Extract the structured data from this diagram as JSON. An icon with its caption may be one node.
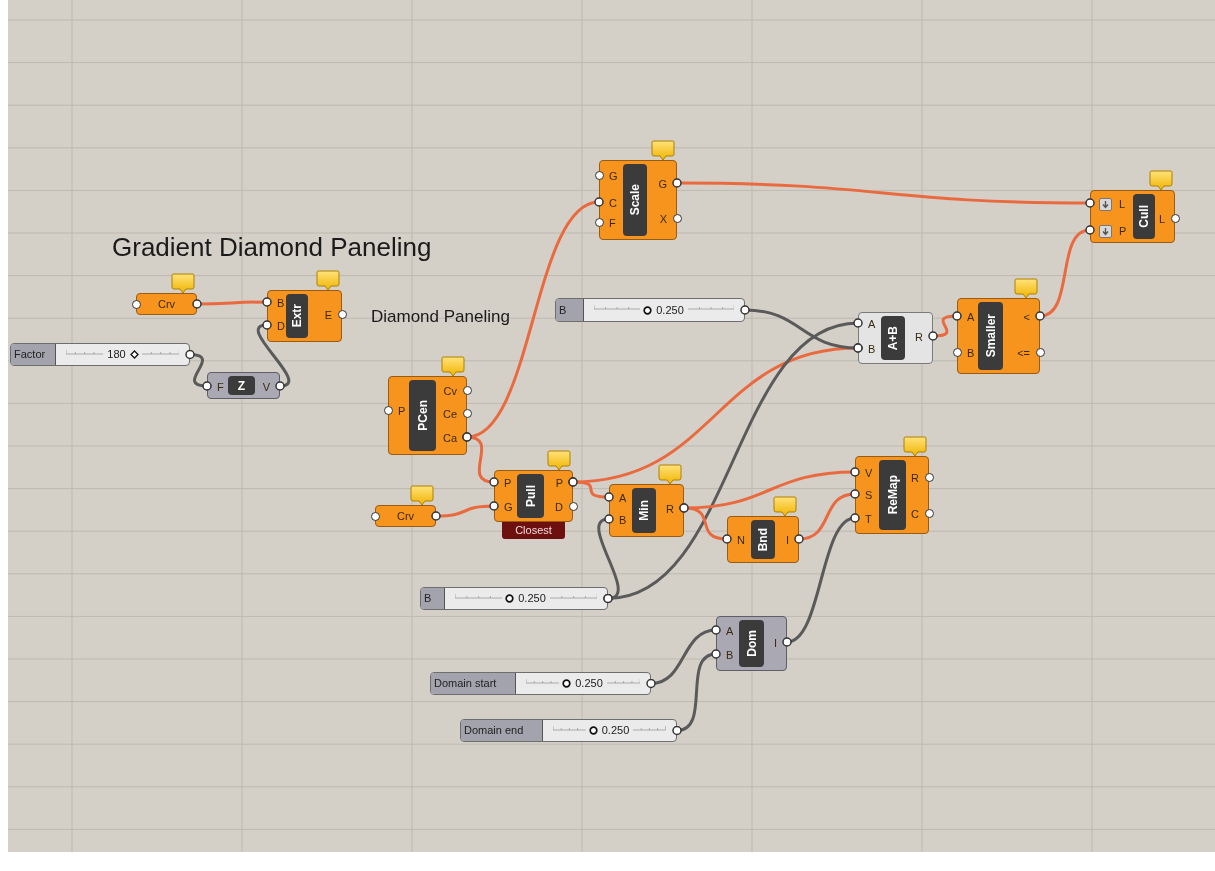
{
  "diagram": {
    "title": "Gradient Diamond Paneling",
    "nodes": [
      {
        "text": [
          "Crv"
        ]
      },
      {
        "text": [
          "Extr"
        ]
      },
      {
        "text": [
          "B"
        ],
        "in": 1
      },
      {
        "text": [
          "D"
        ],
        "in": 1
      },
      {
        "text": [
          "E"
        ],
        "in": 1
      },
      {
        "text": [
          "Factor",
          "180"
        ]
      },
      {
        "text": [
          "Z"
        ]
      },
      {
        "text": [
          "F"
        ],
        "in": 6
      },
      {
        "text": [
          "V"
        ],
        "in": 6
      },
      {
        "text": [
          "Scale"
        ]
      },
      {
        "text": [
          "G"
        ],
        "in": 9
      },
      {
        "text": [
          "C"
        ],
        "in": 9
      },
      {
        "text": [
          "F"
        ],
        "in": 9
      },
      {
        "text": [
          "G"
        ],
        "in": 9
      },
      {
        "text": [
          "X"
        ],
        "in": 9
      },
      {
        "text": [
          "Cull"
        ]
      },
      {
        "text": [
          "L"
        ],
        "in": 15
      },
      {
        "text": [
          "P"
        ],
        "in": 15
      },
      {
        "text": [
          "L"
        ],
        "in": 15
      },
      {
        "text": [
          "B",
          "0.250"
        ]
      },
      {
        "text": [
          "A+B"
        ]
      },
      {
        "text": [
          "A"
        ],
        "in": 20
      },
      {
        "text": [
          "B"
        ],
        "in": 20
      },
      {
        "text": [
          "R"
        ],
        "in": 20
      },
      {
        "text": [
          "Smaller"
        ]
      },
      {
        "text": [
          "A"
        ],
        "in": 24
      },
      {
        "text": [
          "B"
        ],
        "in": 24
      },
      {
        "text": [
          "<"
        ],
        "in": 24
      },
      {
        "text": [
          "<="
        ],
        "in": 24
      },
      {
        "text": [
          "PCen"
        ]
      },
      {
        "text": [
          "P"
        ],
        "in": 29
      },
      {
        "text": [
          "Cv"
        ],
        "in": 29
      },
      {
        "text": [
          "Ce"
        ],
        "in": 29
      },
      {
        "text": [
          "Ca"
        ],
        "in": 29
      },
      {
        "text": [
          "Crv"
        ]
      },
      {
        "text": [
          "Pull"
        ],
        "beside": [
          "Closest"
        ]
      },
      {
        "text": [
          "P"
        ],
        "in": 35
      },
      {
        "text": [
          "G"
        ],
        "in": 35
      },
      {
        "text": [
          "P"
        ],
        "in": 35
      },
      {
        "text": [
          "D"
        ],
        "in": 35
      },
      {
        "text": [
          "Min"
        ]
      },
      {
        "text": [
          "A"
        ],
        "in": 40
      },
      {
        "text": [
          "B"
        ],
        "in": 40
      },
      {
        "text": [
          "R"
        ],
        "in": 40
      },
      {
        "text": [
          "Bnd"
        ]
      },
      {
        "text": [
          "N"
        ],
        "in": 44
      },
      {
        "text": [
          "I"
        ],
        "in": 44
      },
      {
        "text": [
          "ReMap"
        ]
      },
      {
        "text": [
          "V"
        ],
        "in": 47
      },
      {
        "text": [
          "S"
        ],
        "in": 47
      },
      {
        "text": [
          "T"
        ],
        "in": 47
      },
      {
        "text": [
          "R"
        ],
        "in": 47
      },
      {
        "text": [
          "C"
        ],
        "in": 47
      },
      {
        "text": [
          "B",
          "0.250"
        ]
      },
      {
        "text": [
          "Dom"
        ]
      },
      {
        "text": [
          "A"
        ],
        "in": 54
      },
      {
        "text": [
          "B"
        ],
        "in": 54
      },
      {
        "text": [
          "I"
        ],
        "in": 54
      },
      {
        "text": [
          "Domain start",
          "0.250"
        ]
      },
      {
        "text": [
          "Domain end",
          "0.250"
        ]
      }
    ],
    "edges": [
      {
        "from": 0,
        "to": 2,
        "arrow": "other"
      },
      {
        "from": 5,
        "to": 7,
        "arrow": "other",
        "color": "#5a5a5a"
      },
      {
        "from": 8,
        "to": 3,
        "arrow": "other",
        "color": "#5a5a5a"
      },
      {
        "from": 33,
        "to": 11,
        "arrow": "other"
      },
      {
        "from": 33,
        "to": 36,
        "arrow": "other"
      },
      {
        "from": 34,
        "to": 37,
        "arrow": "other"
      },
      {
        "from": 38,
        "to": 41,
        "arrow": "other"
      },
      {
        "from": 38,
        "to": 22,
        "arrow": "other"
      },
      {
        "from": 19,
        "to": 22,
        "arrow": "other",
        "color": "#5a5a5a"
      },
      {
        "from": 53,
        "to": 42,
        "arrow": "other",
        "color": "#5a5a5a"
      },
      {
        "from": 53,
        "to": 21,
        "arrow": "other",
        "color": "#5a5a5a"
      },
      {
        "from": 23,
        "to": 25,
        "arrow": "other"
      },
      {
        "from": 27,
        "to": 17,
        "arrow": "other"
      },
      {
        "from": 13,
        "to": 16,
        "arrow": "other"
      },
      {
        "from": 43,
        "to": 48,
        "arrow": "other"
      },
      {
        "from": 43,
        "to": 45,
        "arrow": "other"
      },
      {
        "from": 46,
        "to": 49,
        "arrow": "other"
      },
      {
        "from": 57,
        "to": 50,
        "arrow": "other",
        "color": "#5a5a5a"
      },
      {
        "from": 58,
        "to": 55,
        "arrow": "other",
        "color": "#5a5a5a"
      },
      {
        "from": 59,
        "to": 56,
        "arrow": "other",
        "color": "#5a5a5a"
      }
    ],
    "labels": [
      "Diamond Paneling"
    ]
  }
}
